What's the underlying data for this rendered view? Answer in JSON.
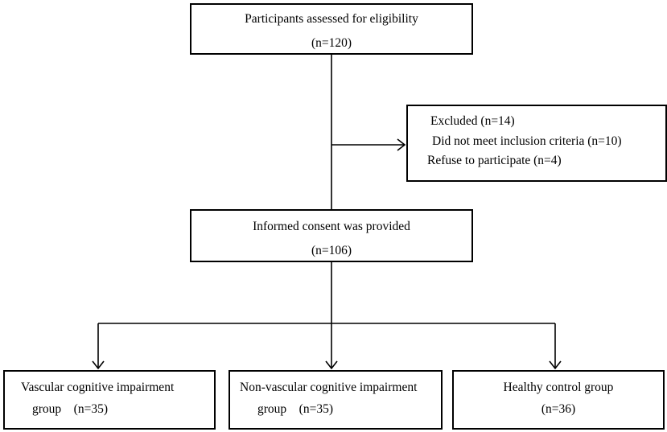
{
  "boxes": {
    "eligibility": {
      "line1": "Participants assessed for eligibility",
      "line2": "(n=120)"
    },
    "excluded": {
      "line1": "Excluded (n=14)",
      "line2": "Did not meet inclusion criteria (n=10)",
      "line3": "Refuse to participate (n=4)"
    },
    "consent": {
      "line1": "Informed consent was provided",
      "line2": "(n=106)"
    },
    "vascular": {
      "line1": "Vascular cognitive impairment",
      "line2": "group    (n=35)"
    },
    "nonvascular": {
      "line1": "Non-vascular cognitive impairment",
      "line2": "group    (n=35)"
    },
    "healthy": {
      "line1": "Healthy control group",
      "line2": "(n=36)"
    }
  }
}
